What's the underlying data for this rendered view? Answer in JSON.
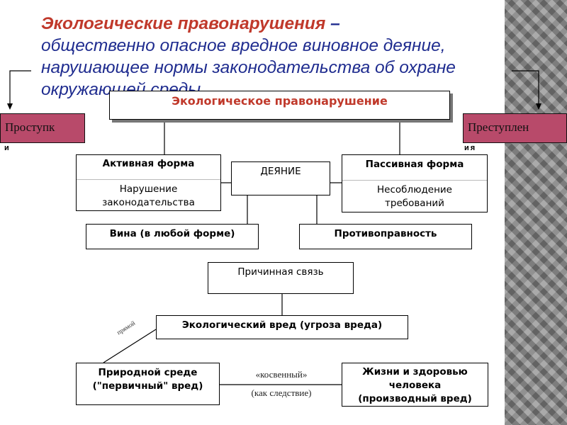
{
  "heading": {
    "term": "Экологические правонарушения",
    "dash": "–",
    "line2": "общественно опасное вредное виновное деяние,",
    "line3": "нарушающее нормы законодательства об охране",
    "line4": "окружающей среды"
  },
  "title_box": "Экологическое правонарушение",
  "left_tag": {
    "main": "Проступк",
    "tail": "и"
  },
  "right_tag": {
    "main": "Преступлен",
    "tail": "ия"
  },
  "active_form": {
    "title": "Активная форма",
    "body": "Нарушение законодательства"
  },
  "deed": "ДЕЯНИЕ",
  "passive_form": {
    "title": "Пассивная форма",
    "body": "Несоблюдение требований"
  },
  "guilt": "Вина (в любой форме)",
  "illegality": "Противоправность",
  "causality": "Причинная связь",
  "eco_harm": "Экологический вред (угроза вреда)",
  "direct_label": "прямой",
  "nature_harm": "Природной среде (\"первичный\" вред)",
  "indirect_label": "«косвенный»",
  "consequence_label": "(как следствие)",
  "human_harm": "Жизни и здоровью человека (производный вред)",
  "colors": {
    "heading_term": "#c0392b",
    "heading_text": "#1f2c8f",
    "tag_fill": "#b84a6a",
    "side_pattern": "#8a8a8a"
  }
}
